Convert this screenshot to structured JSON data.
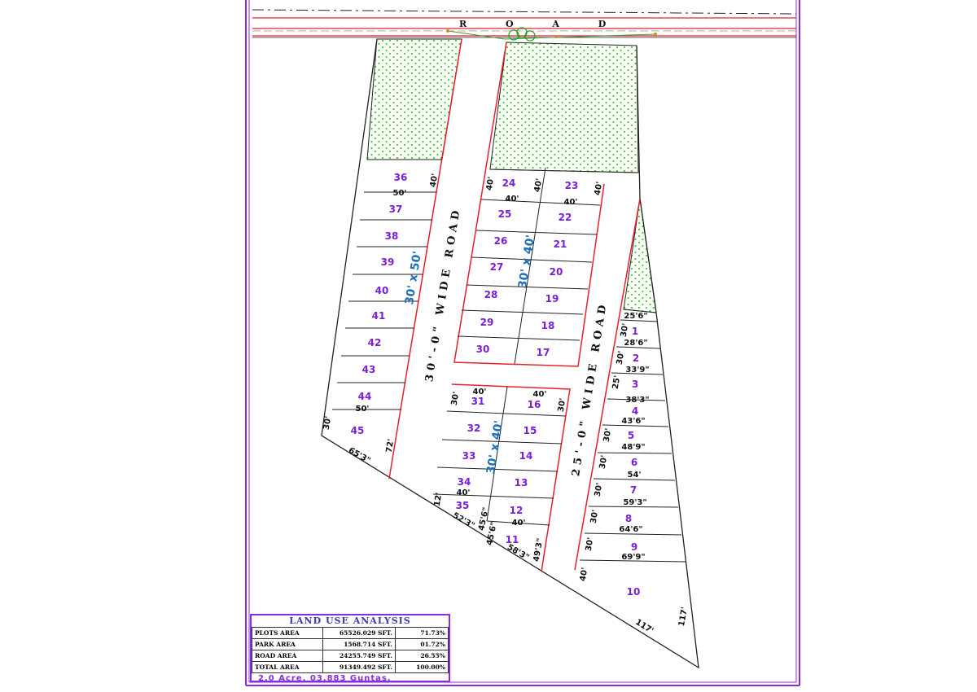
{
  "top_road_label": "R O A D",
  "road_labels": {
    "left": "30'-0\" WIDE ROAD",
    "right": "25'-0\" WIDE ROAD"
  },
  "size_labels": [
    "30' x 50'",
    "30' x 40'",
    "30' x 40'"
  ],
  "plots": [
    {
      "id": "plot-1",
      "num": "1"
    },
    {
      "id": "plot-2",
      "num": "2"
    },
    {
      "id": "plot-3",
      "num": "3"
    },
    {
      "id": "plot-4",
      "num": "4"
    },
    {
      "id": "plot-5",
      "num": "5"
    },
    {
      "id": "plot-6",
      "num": "6"
    },
    {
      "id": "plot-7",
      "num": "7"
    },
    {
      "id": "plot-8",
      "num": "8"
    },
    {
      "id": "plot-9",
      "num": "9"
    },
    {
      "id": "plot-10",
      "num": "10"
    },
    {
      "id": "plot-11",
      "num": "11"
    },
    {
      "id": "plot-12",
      "num": "12"
    },
    {
      "id": "plot-13",
      "num": "13"
    },
    {
      "id": "plot-14",
      "num": "14"
    },
    {
      "id": "plot-15",
      "num": "15"
    },
    {
      "id": "plot-16",
      "num": "16"
    },
    {
      "id": "plot-17",
      "num": "17"
    },
    {
      "id": "plot-18",
      "num": "18"
    },
    {
      "id": "plot-19",
      "num": "19"
    },
    {
      "id": "plot-20",
      "num": "20"
    },
    {
      "id": "plot-21",
      "num": "21"
    },
    {
      "id": "plot-22",
      "num": "22"
    },
    {
      "id": "plot-23",
      "num": "23"
    },
    {
      "id": "plot-24",
      "num": "24"
    },
    {
      "id": "plot-25",
      "num": "25"
    },
    {
      "id": "plot-26",
      "num": "26"
    },
    {
      "id": "plot-27",
      "num": "27"
    },
    {
      "id": "plot-28",
      "num": "28"
    },
    {
      "id": "plot-29",
      "num": "29"
    },
    {
      "id": "plot-30",
      "num": "30"
    },
    {
      "id": "plot-31",
      "num": "31"
    },
    {
      "id": "plot-32",
      "num": "32"
    },
    {
      "id": "plot-33",
      "num": "33"
    },
    {
      "id": "plot-34",
      "num": "34"
    },
    {
      "id": "plot-35",
      "num": "35"
    },
    {
      "id": "plot-36",
      "num": "36"
    },
    {
      "id": "plot-37",
      "num": "37"
    },
    {
      "id": "plot-38",
      "num": "38"
    },
    {
      "id": "plot-39",
      "num": "39"
    },
    {
      "id": "plot-40",
      "num": "40"
    },
    {
      "id": "plot-41",
      "num": "41"
    },
    {
      "id": "plot-42",
      "num": "42"
    },
    {
      "id": "plot-43",
      "num": "43"
    },
    {
      "id": "plot-44",
      "num": "44"
    },
    {
      "id": "plot-45",
      "num": "45"
    }
  ],
  "dimensions": {
    "d_25_6": "25'6\"",
    "d_28_6": "28'6\"",
    "d_33_9": "33'9\"",
    "d_38_3": "38'3\"",
    "d_43_6": "43'6\"",
    "d_48_9": "48'9\"",
    "d_54": "54'",
    "d_59_3": "59'3\"",
    "d_64_6": "64'6\"",
    "d_69_9": "69'9\"",
    "d_117": "117'",
    "d_117b": "117'",
    "d_30": "30'",
    "d_25": "25'",
    "d_40": "40'",
    "d_50": "50'",
    "d_12": "12'",
    "d_72": "72'",
    "d_65_3": "65'3\"",
    "d_52_3": "52'3\"",
    "d_45_6": "45'6\"",
    "d_58_3": "58'3\"",
    "d_49_3": "49'3\""
  },
  "land_use": {
    "title": "LAND USE ANALYSIS",
    "rows": [
      {
        "label": "PLOTS AREA",
        "value": "65526.029 SFT.",
        "pct": "71.73%"
      },
      {
        "label": "PARK AREA",
        "value": "1568.714 SFT.",
        "pct": "01.72%"
      },
      {
        "label": "ROAD AREA",
        "value": "24255.749 SFT.",
        "pct": "26.55%"
      },
      {
        "label": "TOTAL AREA",
        "value": "91349.492 SFT.",
        "pct": "100.00%"
      }
    ],
    "footer": "2.0 Acre, 03.883 Guntas."
  },
  "colors": {
    "frame": "#8a2be2",
    "road_edge": "#e8202a",
    "park_fill": "#7fe86a",
    "plot_number": "#7a1fd6",
    "size_label": "#1f6fb8"
  }
}
